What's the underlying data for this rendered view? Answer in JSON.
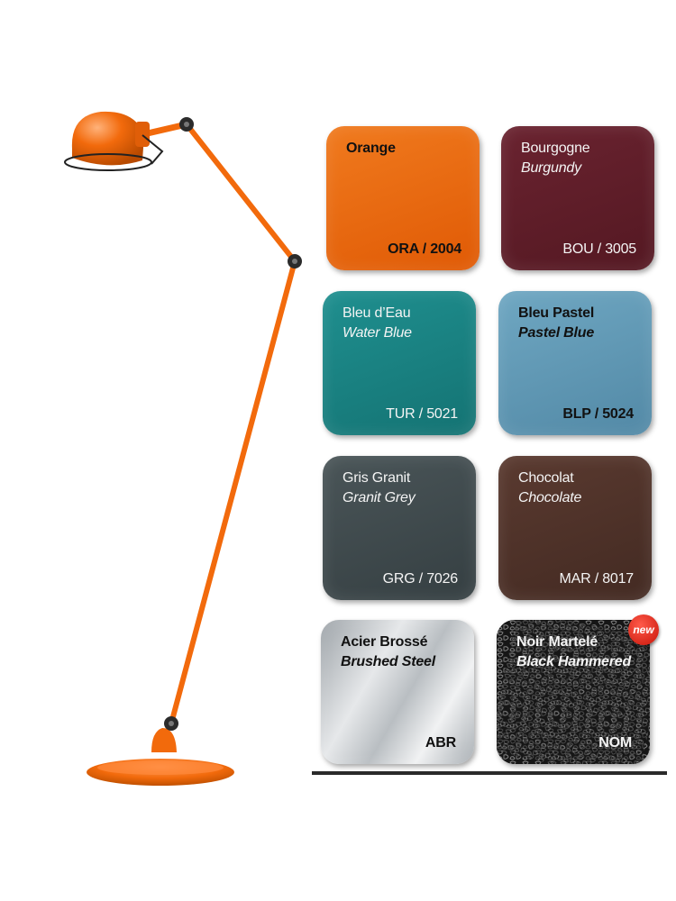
{
  "swatches": [
    {
      "name": "Orange",
      "name_en": "",
      "code": "ORA / 2004",
      "color": "#e8680f"
    },
    {
      "name": "Bourgogne",
      "name_en": "Burgundy",
      "code": "BOU / 3005",
      "color": "#5e1d28"
    },
    {
      "name": "Bleu d’Eau",
      "name_en": "Water Blue",
      "code": "TUR / 5021",
      "color": "#1a8282"
    },
    {
      "name": "Bleu Pastel",
      "name_en": "Pastel Blue",
      "code": "BLP / 5024",
      "color": "#5f98b4"
    },
    {
      "name": "Gris Granit",
      "name_en": "Granit Grey",
      "code": "GRG / 7026",
      "color": "#3f4a4d"
    },
    {
      "name": "Chocolat",
      "name_en": "Chocolate",
      "code": "MAR / 8017",
      "color": "#4e3229"
    },
    {
      "name": "Acier Brossé",
      "name_en": "Brushed Steel",
      "code": "ABR",
      "color": "#c6cacd"
    },
    {
      "name": "Noir Martelé",
      "name_en": "Black Hammered",
      "code": "NOM",
      "color": "#1a1a1a"
    }
  ],
  "badge": {
    "label": "new",
    "color": "#d81e10"
  },
  "lamp": {
    "color": "#f26a0c",
    "icon": "floor-lamp-illustration"
  }
}
